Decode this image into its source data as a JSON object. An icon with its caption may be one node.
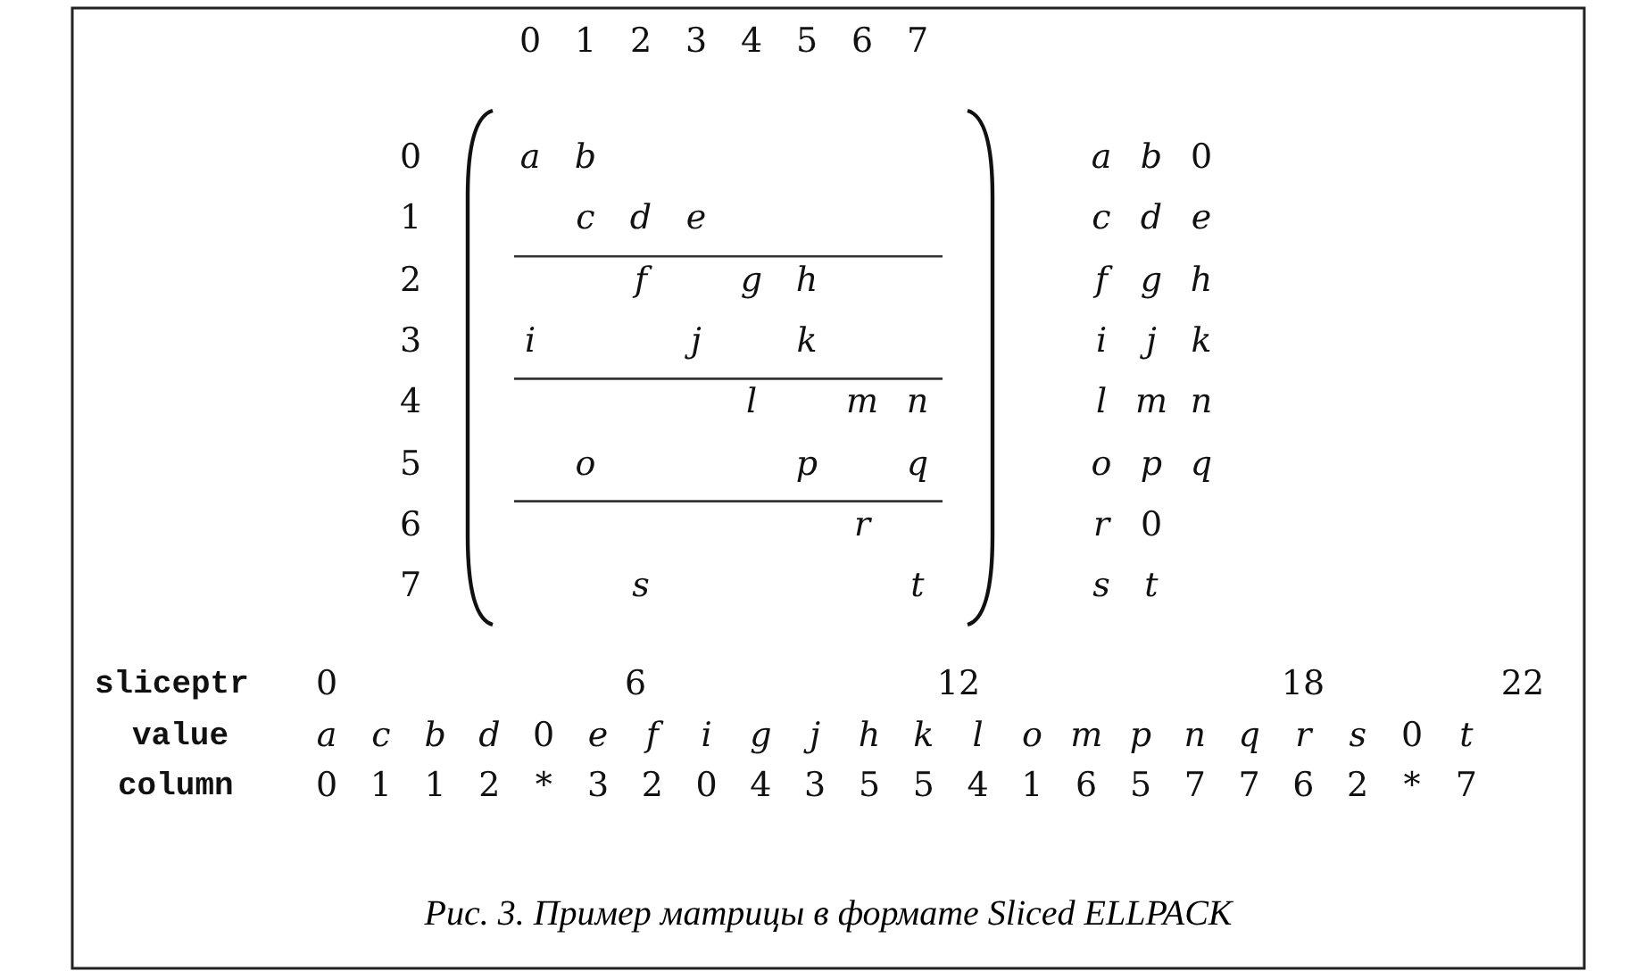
{
  "diagram": {
    "caption": "Рис. 3. Пример матрицы в формате Sliced ELLPACK",
    "labels": [
      "0",
      "1",
      "2",
      "3",
      "4",
      "5",
      "6",
      "7",
      "0",
      "a",
      "b",
      "a",
      "b",
      "0",
      "1",
      "c",
      "d",
      "e",
      "c",
      "d",
      "e",
      "2",
      "f",
      "g",
      "h",
      "f",
      "g",
      "h",
      "3",
      "i",
      "j",
      "k",
      "i",
      "j",
      "k",
      "4",
      "l",
      "m",
      "n",
      "l",
      "m",
      "n",
      "5",
      "o",
      "p",
      "q",
      "o",
      "p",
      "q",
      "6",
      "r",
      "r",
      "0",
      "7",
      "s",
      "t",
      "s",
      "t",
      "sliceptr",
      "0",
      "6",
      "12",
      "18",
      "22",
      "value",
      "a",
      "c",
      "b",
      "d",
      "0",
      "e",
      "f",
      "i",
      "g",
      "j",
      "h",
      "k",
      "l",
      "o",
      "m",
      "p",
      "n",
      "q",
      "r",
      "s",
      "0",
      "t",
      "column",
      "0",
      "1",
      "1",
      "2",
      "*",
      "3",
      "2",
      "0",
      "4",
      "3",
      "5",
      "5",
      "4",
      "1",
      "6",
      "5",
      "7",
      "7",
      "6",
      "2",
      "*",
      "7"
    ]
  }
}
